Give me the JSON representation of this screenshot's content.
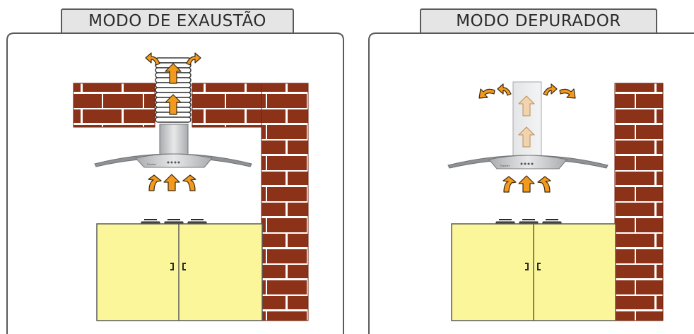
{
  "panels": [
    {
      "id": "exhaust",
      "title": "MODO DE EXAUSTÃO"
    },
    {
      "id": "purifier",
      "title": "MODO DEPURADOR"
    }
  ],
  "hood_brand": "Fischer",
  "colors": {
    "brick": "#8c3219",
    "mortar": "#ffffff",
    "cabinet": "#fbf69a",
    "arrow": "#f39a1e",
    "arrow_faded": "#f1d3ae",
    "steel": "#c9cbcd",
    "frame": "#5a5a5a"
  }
}
